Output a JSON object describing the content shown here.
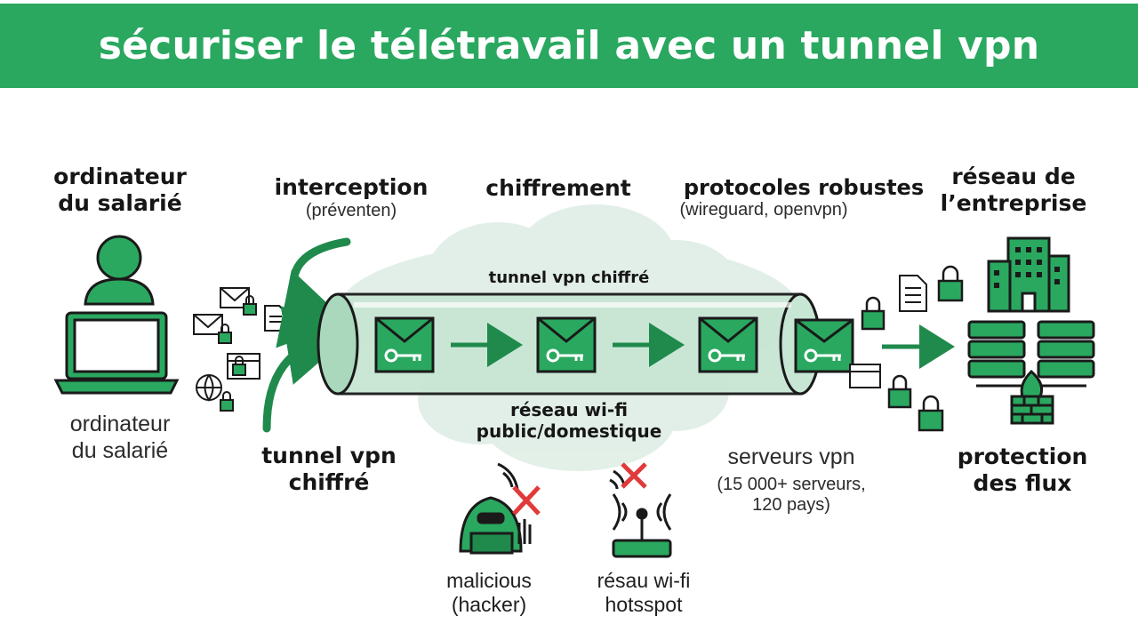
{
  "title": "sécuriser le télétravail avec un tunnel vpn",
  "labels": {
    "employee_pc_top": [
      "ordinateur",
      "du salarié"
    ],
    "employee_pc_bottom": [
      "ordinateur",
      "du salarié"
    ],
    "interception": "interception",
    "interception_sub": "(préventen)",
    "encryption": "chiffrement",
    "protocols": "protocoles robustes",
    "protocols_sub": "(wireguard, openvpn)",
    "company_network": [
      "réseau de",
      "l’entreprise"
    ],
    "tunnel_label": "tunnel vpn chiffré",
    "tunnel_bottom": [
      "tunnel vpn",
      "chiffré"
    ],
    "wifi_network": [
      "réseau wi-fi",
      "public/domestique"
    ],
    "vpn_servers": "serveurs vpn",
    "vpn_servers_sub": [
      "(15 000+ serveurs,",
      "120 pays)"
    ],
    "flow_protection": [
      "protection",
      "des flux"
    ],
    "hacker": [
      "malicious",
      "(hacker)"
    ],
    "hotspot": [
      "résau wi-fi",
      "hotsspot"
    ]
  },
  "colors": {
    "brand_green": "#2aa860",
    "dark_green": "#1f8a4c",
    "light_green": "#cfe9da",
    "danger_red": "#e03a3a",
    "outline": "#1a1a1a"
  }
}
